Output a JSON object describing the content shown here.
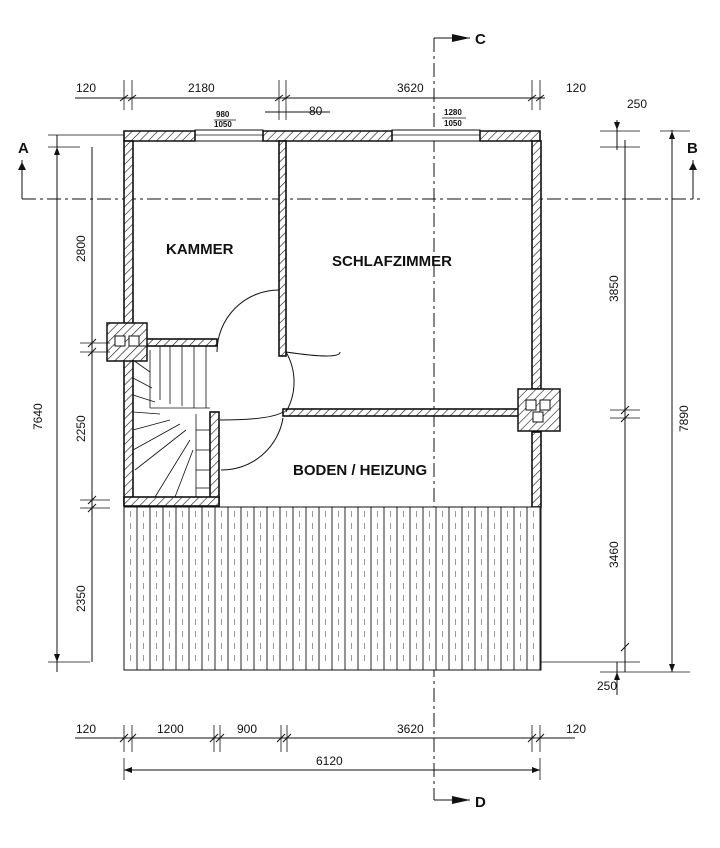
{
  "rooms": {
    "kammer": "KAMMER",
    "schlafzimmer": "SCHLAFZIMMER",
    "boden": "BODEN / HEIZUNG"
  },
  "sections": {
    "a": "A",
    "b": "B",
    "c": "C",
    "d": "D"
  },
  "dims_top": {
    "left_wall": "120",
    "kammer_width": "2180",
    "inner_wall": "80",
    "schlaf_width": "3620",
    "right_wall": "120",
    "overhang": "250",
    "window1_w": "980",
    "window1_h": "1050",
    "window2_w": "1280",
    "window2_h": "1050"
  },
  "dims_left": {
    "total": "7640",
    "seg1": "2800",
    "seg2": "2250",
    "seg3": "2350"
  },
  "dims_right": {
    "total": "7890",
    "seg1": "3850",
    "seg2": "3460",
    "overhang": "250"
  },
  "dims_bottom": {
    "left_wall": "120",
    "seg1": "1200",
    "seg2": "900",
    "seg3": "3620",
    "right_wall": "120",
    "total": "6120"
  }
}
